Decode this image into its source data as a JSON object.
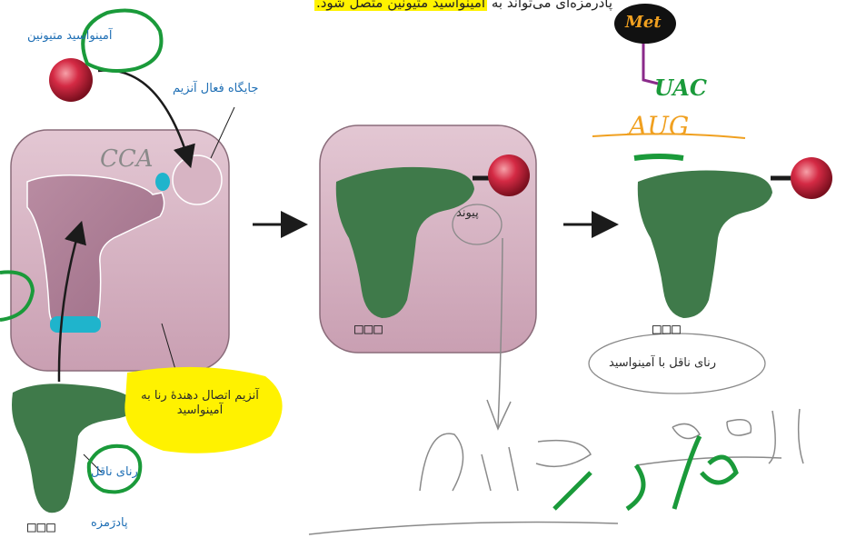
{
  "caption": {
    "top_prefix": "پادرمزه‌ای می‌تواند به",
    "top_highlight": "آمینواسید متیونین متصل شود."
  },
  "labels": {
    "amino_acid": "آمینواسید متیونین",
    "active_site": "جایگاه فعال آنزیم",
    "enzyme": "آنزیم اتصال دهندهٔ رنا به آمینواسید",
    "trna": "رنای ناقل",
    "anticodon": "پادرَمزه",
    "bond": "پیوند",
    "charged_trna": "رنای ناقل با آمینواسید"
  },
  "codons": {
    "step1": "□□□",
    "step2": "□□□",
    "step3": "□□□"
  },
  "handwriting": {
    "met": "Met",
    "anticodon_written": "UAC",
    "codon_written": "AUG",
    "cca": "CCA"
  },
  "colors": {
    "enzyme_fill": "#d9b8c6",
    "enzyme_stroke": "#8a6c7a",
    "trna_green": "#3f7a4a",
    "amino_red": "#c81f3a",
    "site_cyan": "#1fb4cc",
    "label_blue": "#1f6fb5",
    "highlight": "#fff200",
    "ink_green": "#1a9a3a",
    "ink_orange": "#f0a020",
    "ink_purple": "#8a2a8a"
  }
}
